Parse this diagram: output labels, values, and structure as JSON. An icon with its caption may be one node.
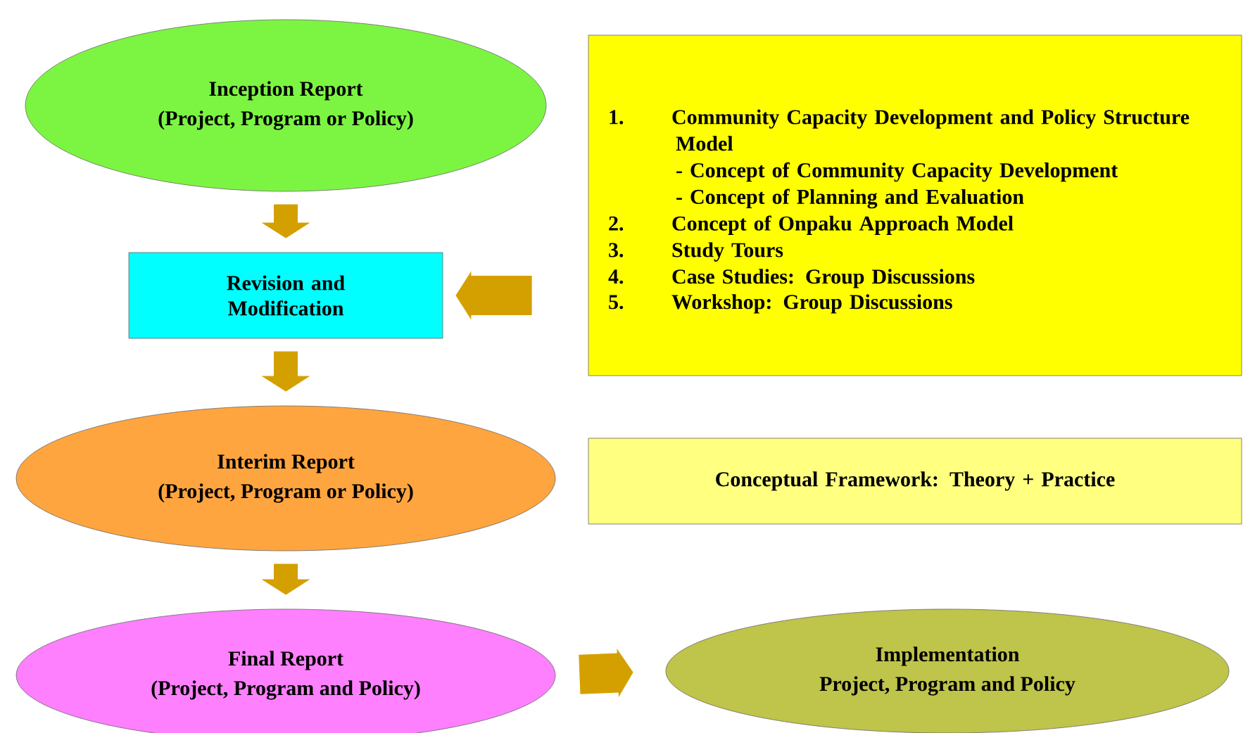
{
  "diagram": {
    "nodes": [
      {
        "text": [
          "Inception Report",
          "(Project, Program or Policy)"
        ]
      },
      {
        "text": [
          "Revision and Modification"
        ]
      },
      {
        "text": [
          "1.",
          "Community Capacity Development and Policy Structure Model",
          "- Concept of Community Capacity Development",
          "- Concept of Planning and Evaluation",
          "2.",
          "Concept of Onpaku Approach Model",
          "3.",
          "Study Tours",
          "4.",
          "Case Studies: Group Discussions",
          "5.",
          "Workshop: Group Discussions"
        ]
      },
      {
        "text": [
          "Interim Report",
          "(Project, Program or Policy)"
        ]
      },
      {
        "text": [
          "Conceptual Framework: Theory + Practice"
        ]
      },
      {
        "text": [
          "Final Report",
          "(Project, Program and Policy)"
        ]
      },
      {
        "text": [
          "Implementation",
          "Project, Program and Policy"
        ]
      }
    ],
    "edges": [
      {
        "from": 0,
        "to": 1,
        "arrow": "to"
      },
      {
        "from": 2,
        "to": 1,
        "arrow": "to"
      },
      {
        "from": 1,
        "to": 3,
        "arrow": "to"
      },
      {
        "from": 3,
        "to": 5,
        "arrow": "to"
      },
      {
        "from": 5,
        "to": 6,
        "arrow": "to"
      }
    ]
  }
}
